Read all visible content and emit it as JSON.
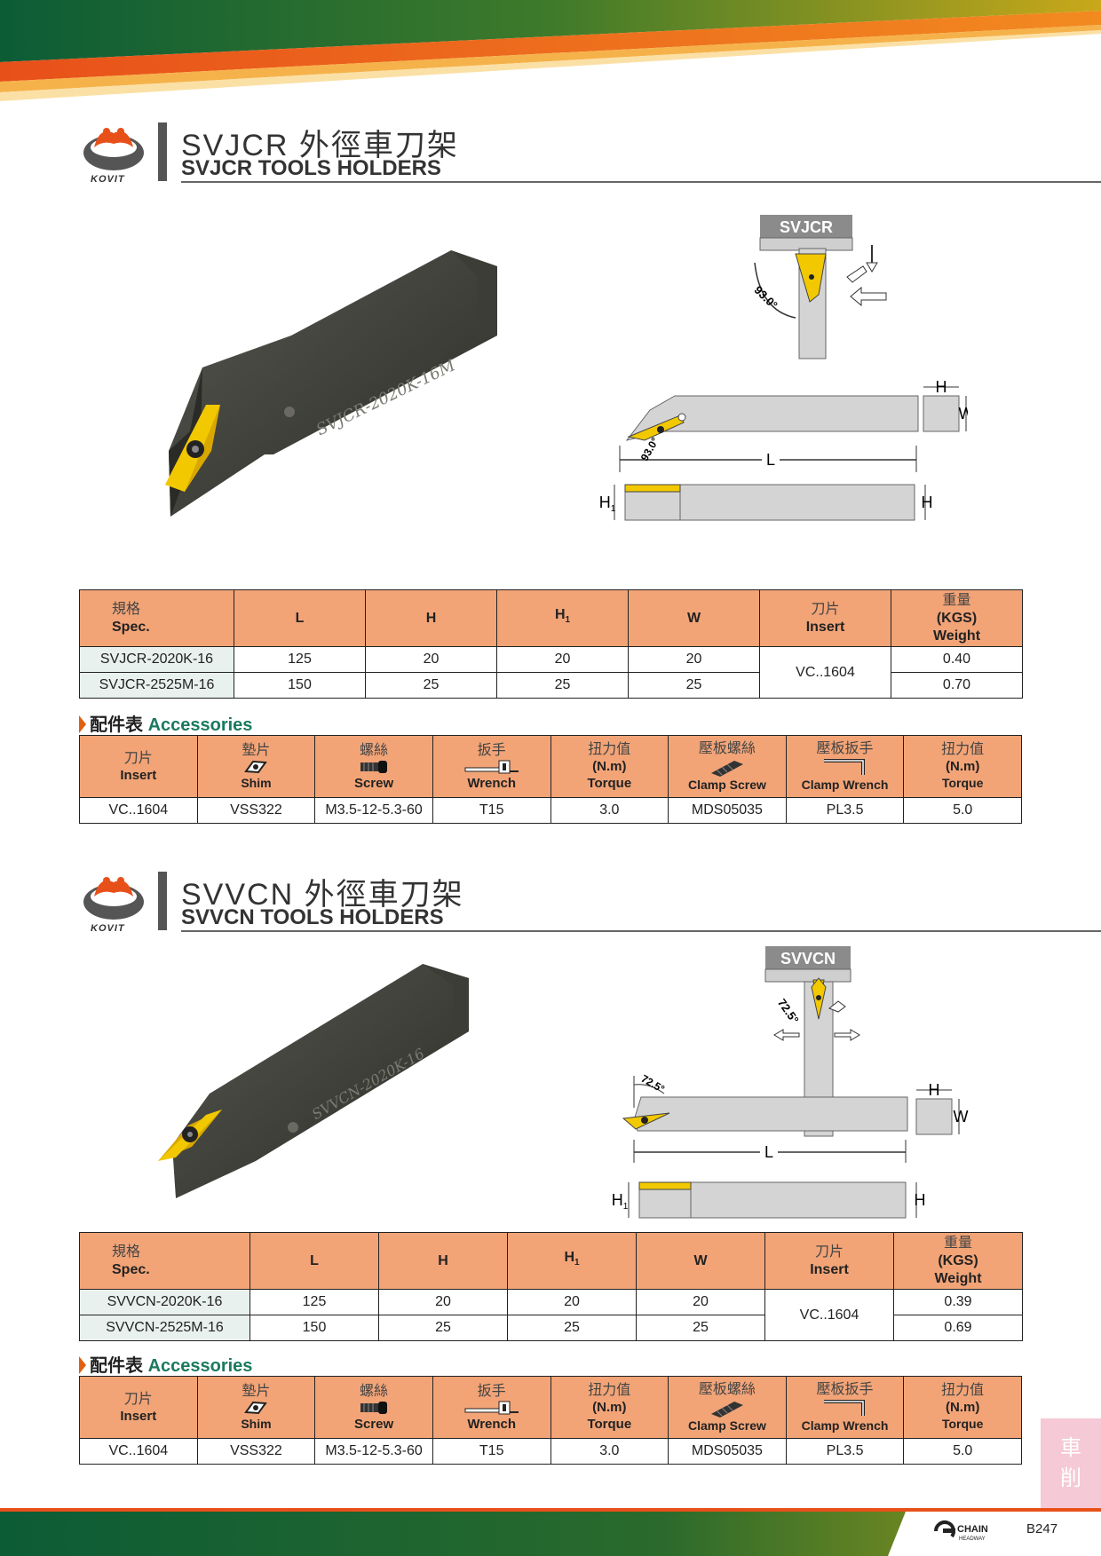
{
  "logo_text": "KOVIT",
  "sections": [
    {
      "title_cn": "SVJCR 外徑車刀架",
      "title_en": "SVJCR TOOLS HOLDERS",
      "tool_marking": "SVJCR-2020K-16M",
      "diagram": {
        "code": "SVJCR",
        "angle_top": "93.0°",
        "angle_side": "93.0°",
        "dim_L": "L",
        "dim_H": "H",
        "dim_W": "W",
        "dim_H1": "H",
        "dim_H1_sub": "1"
      },
      "spec_headers": {
        "spec_cn": "規格",
        "spec_en": "Spec.",
        "L": "L",
        "H": "H",
        "H1": "H",
        "H1_sub": "1",
        "W": "W",
        "insert_cn": "刀片",
        "insert_en": "Insert",
        "weight_cn": "重量",
        "weight_unit": "(KGS)",
        "weight_en": "Weight"
      },
      "rows": [
        {
          "model": "SVJCR-2020K-16",
          "L": "125",
          "H": "20",
          "H1": "20",
          "W": "20",
          "weight": "0.40"
        },
        {
          "model": "SVJCR-2525M-16",
          "L": "150",
          "H": "25",
          "H1": "25",
          "W": "25",
          "weight": "0.70"
        }
      ],
      "insert": "VC..1604",
      "accessories": {
        "title_cn": "配件表",
        "title_en": "Accessories",
        "headers": {
          "insert_cn": "刀片",
          "insert_en": "Insert",
          "shim_cn": "墊片",
          "shim_en": "Shim",
          "screw_cn": "螺絲",
          "screw_en": "Screw",
          "wrench_cn": "扳手",
          "wrench_en": "Wrench",
          "torque_cn": "扭力值",
          "torque_unit": "(N.m)",
          "torque_en": "Torque",
          "clamp_screw_cn": "壓板螺絲",
          "clamp_screw_en": "Clamp Screw",
          "clamp_wrench_cn": "壓板扳手",
          "clamp_wrench_en": "Clamp Wrench",
          "torque2_cn": "扭力值",
          "torque2_unit": "(N.m)",
          "torque2_en": "Torque"
        },
        "values": {
          "insert": "VC..1604",
          "shim": "VSS322",
          "screw": "M3.5-12-5.3-60",
          "wrench": "T15",
          "torque": "3.0",
          "clamp_screw": "MDS05035",
          "clamp_wrench": "PL3.5",
          "torque2": "5.0"
        }
      }
    },
    {
      "title_cn": "SVVCN 外徑車刀架",
      "title_en": "SVVCN TOOLS HOLDERS",
      "tool_marking": "SVVCN-2020K-16",
      "diagram": {
        "code": "SVVCN",
        "angle_top": "72.5°",
        "angle_side": "72.5°",
        "dim_L": "L",
        "dim_H": "H",
        "dim_W": "W",
        "dim_H1": "H",
        "dim_H1_sub": "1"
      },
      "spec_headers": {
        "spec_cn": "規格",
        "spec_en": "Spec.",
        "L": "L",
        "H": "H",
        "H1": "H",
        "H1_sub": "1",
        "W": "W",
        "insert_cn": "刀片",
        "insert_en": "Insert",
        "weight_cn": "重量",
        "weight_unit": "(KGS)",
        "weight_en": "Weight"
      },
      "rows": [
        {
          "model": "SVVCN-2020K-16",
          "L": "125",
          "H": "20",
          "H1": "20",
          "W": "20",
          "weight": "0.39"
        },
        {
          "model": "SVVCN-2525M-16",
          "L": "150",
          "H": "25",
          "H1": "25",
          "W": "25",
          "weight": "0.69"
        }
      ],
      "insert": "VC..1604",
      "accessories": {
        "title_cn": "配件表",
        "title_en": "Accessories",
        "headers": {
          "insert_cn": "刀片",
          "insert_en": "Insert",
          "shim_cn": "墊片",
          "shim_en": "Shim",
          "screw_cn": "螺絲",
          "screw_en": "Screw",
          "wrench_cn": "扳手",
          "wrench_en": "Wrench",
          "torque_cn": "扭力值",
          "torque_unit": "(N.m)",
          "torque_en": "Torque",
          "clamp_screw_cn": "壓板螺絲",
          "clamp_screw_en": "Clamp Screw",
          "clamp_wrench_cn": "壓板扳手",
          "clamp_wrench_en": "Clamp Wrench",
          "torque2_cn": "扭力值",
          "torque2_unit": "(N.m)",
          "torque2_en": "Torque"
        },
        "values": {
          "insert": "VC..1604",
          "shim": "VSS322",
          "screw": "M3.5-12-5.3-60",
          "wrench": "T15",
          "torque": "3.0",
          "clamp_screw": "MDS05035",
          "clamp_wrench": "PL3.5",
          "torque2": "5.0"
        }
      }
    }
  ],
  "side_tab": {
    "line1": "車",
    "line2": "削"
  },
  "footer": {
    "brand": "CHAIN",
    "brand_sub": "HEADWAY",
    "page": "B247"
  },
  "colors": {
    "header_fill": "#f2a477",
    "model_fill": "#e8f1ee",
    "accent_green": "#1a7a5e",
    "accent_orange": "#e06010",
    "insert_gold": "#f2c800",
    "side_tab": "#f5c9d6"
  }
}
